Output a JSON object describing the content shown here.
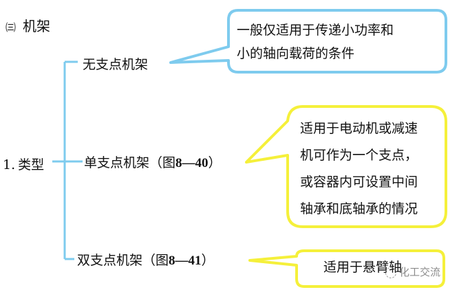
{
  "title": {
    "number": "㈢",
    "text": "机架"
  },
  "root": {
    "number": "1.",
    "label": "类型"
  },
  "branches": [
    {
      "label": "无支点机架",
      "figure": ""
    },
    {
      "label": "单支点机架（图",
      "figure": "8—40",
      "close": "）"
    },
    {
      "label": "双支点机架（图",
      "figure": "8—41",
      "close": "）"
    }
  ],
  "callouts": [
    {
      "color": "#7ecbee",
      "lines": [
        "一般仅适用于传递小功率和",
        "小的轴向载荷的条件"
      ]
    },
    {
      "color": "#f5f03a",
      "lines": [
        "适用于电动机或减速",
        "机可作为一个支点，",
        "或容器内可设置中间",
        "轴承和底轴承的情况"
      ]
    },
    {
      "color": "#f5f03a",
      "lines": [
        "适用于悬臂轴"
      ]
    }
  ],
  "colors": {
    "tree_line": "#7ecbee",
    "blue_bubble": "#7ecbee",
    "yellow_bubble": "#f5f03a",
    "text": "#111111"
  },
  "watermark": {
    "icon": "wechat-icon",
    "text": "化工交流"
  }
}
